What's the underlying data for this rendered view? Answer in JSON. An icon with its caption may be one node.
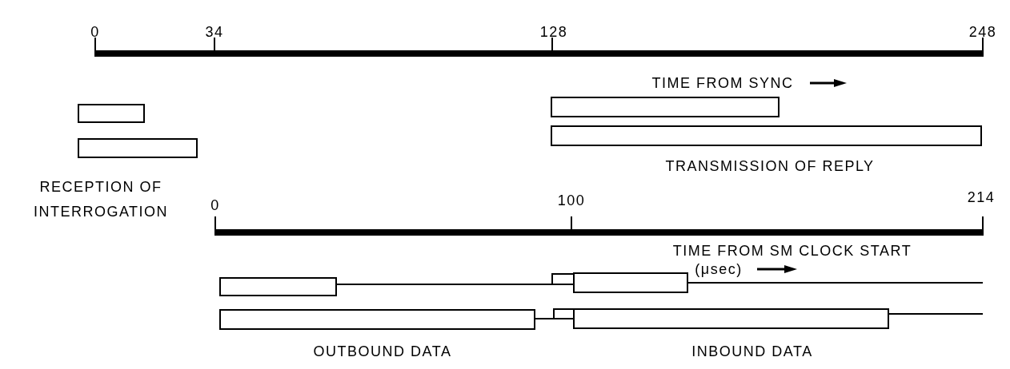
{
  "diagram": {
    "nodes": [
      {
        "text": [],
        "shape": "bar"
      },
      {
        "text": [],
        "shape": "bar"
      },
      {
        "text": [],
        "shape": "bar"
      },
      {
        "text": [],
        "shape": "bar"
      }
    ],
    "labels": [
      "0",
      "34",
      "128",
      "248",
      "TIME FROM SYNC",
      "RECEPTION OF INTERROGATION",
      "TRANSMISSION OF REPLY",
      "0",
      "100",
      "214",
      "TIME FROM SM CLOCK START",
      "(μsec)",
      "OUTBOUND DATA",
      "INBOUND DATA"
    ]
  }
}
